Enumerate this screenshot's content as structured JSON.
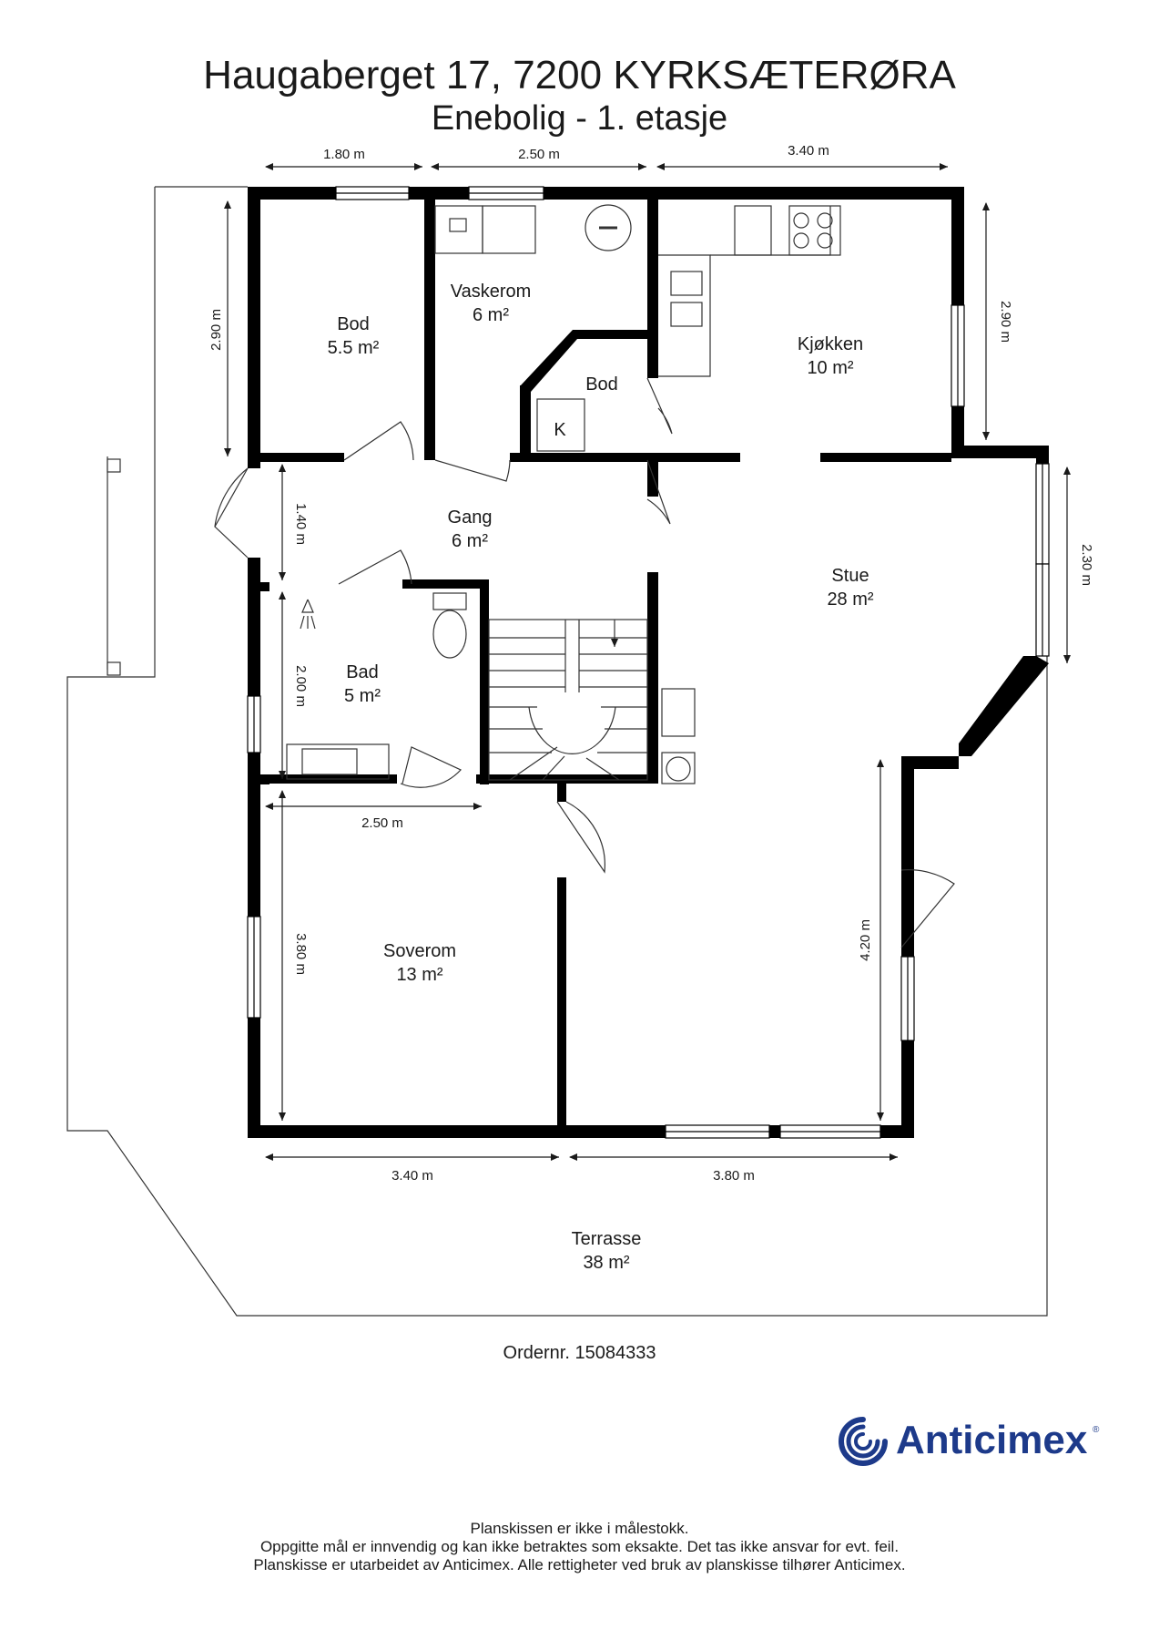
{
  "header": {
    "title": "Haugaberget 17, 7200 KYRKSÆTERØRA",
    "subtitle": "Enebolig - 1. etasje"
  },
  "rooms": [
    {
      "name": "Bod",
      "area": "5.5 m²"
    },
    {
      "name": "Vaskerom",
      "area": "6 m²"
    },
    {
      "name": "Bod",
      "area": ""
    },
    {
      "name": "K",
      "area": ""
    },
    {
      "name": "Kjøkken",
      "area": "10 m²"
    },
    {
      "name": "Gang",
      "area": "6 m²"
    },
    {
      "name": "Stue",
      "area": "28 m²"
    },
    {
      "name": "Bad",
      "area": "5 m²"
    },
    {
      "name": "Soverom",
      "area": "13 m²"
    },
    {
      "name": "Terrasse",
      "area": "38 m²"
    }
  ],
  "dimensions": {
    "top_bod": "1.80 m",
    "top_vaskerom": "2.50 m",
    "top_kjokken": "3.40 m",
    "left_bod": "2.90 m",
    "left_gang": "1.40 m",
    "left_bad": "2.00 m",
    "left_soverom": "3.80 m",
    "soverom_width": "2.50 m",
    "right_kjokken": "2.90 m",
    "right_stue": "2.30 m",
    "stue_height": "4.20 m",
    "bottom_soverom": "3.40 m",
    "bottom_stue": "3.80 m"
  },
  "order_number": "Ordernr. 15084333",
  "brand": {
    "name": "Anticimex",
    "registered": "®",
    "color": "#1d3a8a"
  },
  "footer": {
    "line1": "Planskissen er ikke i målestokk.",
    "line2": "Oppgitte mål er innvendig og kan ikke betraktes som eksakte. Det tas ikke ansvar for evt. feil.",
    "line3": "Planskisse er utarbeidet av Anticimex. Alle rettigheter ved bruk av planskisse tilhører Anticimex."
  }
}
